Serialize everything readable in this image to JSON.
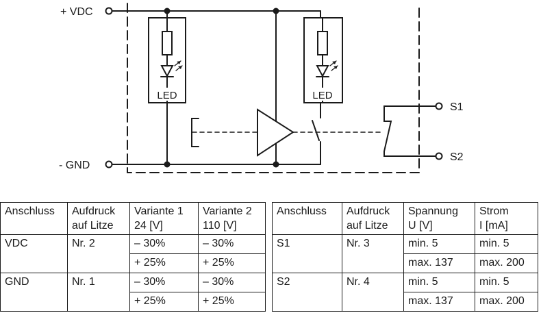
{
  "diagram": {
    "vdc_label": "+ VDC",
    "gnd_label": "- GND",
    "s1_label": "S1",
    "s2_label": "S2",
    "led_left_label": "LED",
    "led_right_label": "LED"
  },
  "left_table": {
    "headers": [
      [
        "Anschluss",
        ""
      ],
      [
        "Aufdruck",
        "auf Litze"
      ],
      [
        "Variante 1",
        "24 [V]"
      ],
      [
        "Variante 2",
        "110 [V]"
      ]
    ],
    "groups": [
      {
        "anschluss": "VDC",
        "aufdruck": "Nr. 2",
        "v1": [
          "– 30%",
          "+ 25%"
        ],
        "v2": [
          "– 30%",
          "+ 25%"
        ]
      },
      {
        "anschluss": "GND",
        "aufdruck": "Nr. 1",
        "v1": [
          "– 30%",
          "+ 25%"
        ],
        "v2": [
          "– 30%",
          "+ 25%"
        ]
      }
    ]
  },
  "right_table": {
    "headers": [
      [
        "Anschluss",
        ""
      ],
      [
        "Aufdruck",
        "auf Litze"
      ],
      [
        "Spannung",
        "U [V]"
      ],
      [
        "Strom",
        "I [mA]"
      ]
    ],
    "groups": [
      {
        "anschluss": "S1",
        "aufdruck": "Nr. 3",
        "spannung": [
          "min. 5",
          "max. 137"
        ],
        "strom": [
          "min. 5",
          "max. 200"
        ]
      },
      {
        "anschluss": "S2",
        "aufdruck": "Nr. 4",
        "spannung": [
          "min. 5",
          "max. 137"
        ],
        "strom": [
          "min. 5",
          "max. 200"
        ]
      }
    ]
  }
}
